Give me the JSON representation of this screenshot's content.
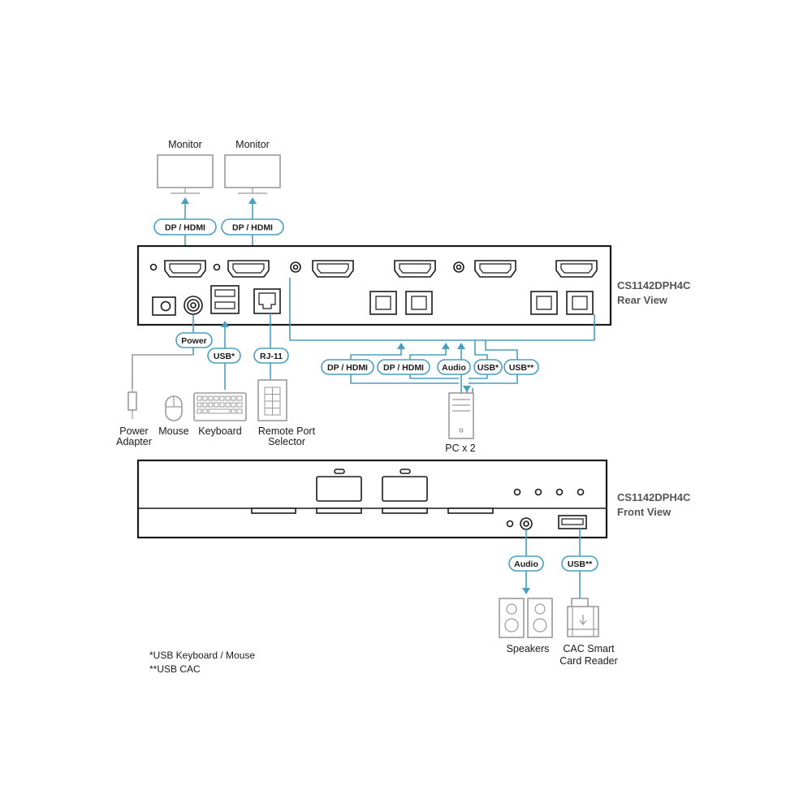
{
  "colors": {
    "cable": "#4a9ec0",
    "device_outline": "#9a9a9a",
    "unit_outline": "#1a1a1a",
    "title_text": "#555555"
  },
  "rear": {
    "model": "CS1142DPH4C",
    "view": "Rear View"
  },
  "front": {
    "model": "CS1142DPH4C",
    "view": "Front View"
  },
  "devices": {
    "monitor_1": "Monitor",
    "monitor_2": "Monitor",
    "power_adapter_line1": "Power",
    "power_adapter_line2": "Adapter",
    "mouse": "Mouse",
    "keyboard": "Keyboard",
    "remote_line1": "Remote Port",
    "remote_line2": "Selector",
    "pc": "PC x 2",
    "speakers": "Speakers",
    "cac_line1": "CAC Smart",
    "cac_line2": "Card Reader"
  },
  "connections": {
    "monitor_1": "DP / HDMI",
    "monitor_2": "DP / HDMI",
    "power": "Power",
    "usb_console": "USB*",
    "rj11": "RJ-11",
    "pc_video_1": "DP / HDMI",
    "pc_video_2": "DP / HDMI",
    "pc_audio": "Audio",
    "pc_usb_km": "USB*",
    "pc_usb_cac": "USB**",
    "front_audio": "Audio",
    "front_usb": "USB**"
  },
  "footnotes": {
    "note_1": "*USB Keyboard / Mouse",
    "note_2": "**USB CAC"
  }
}
